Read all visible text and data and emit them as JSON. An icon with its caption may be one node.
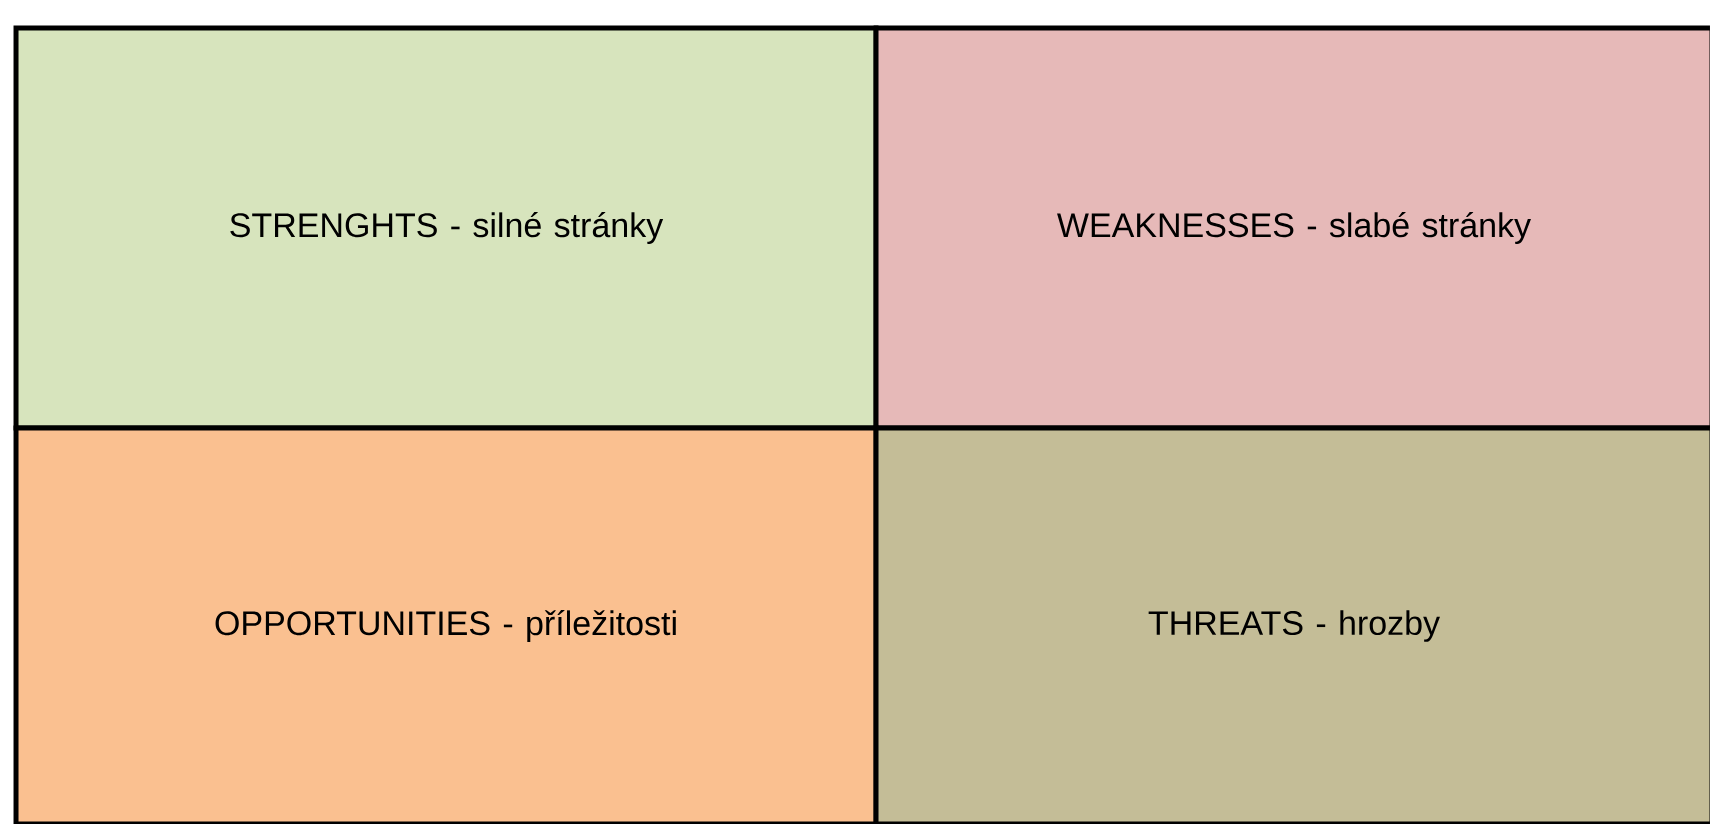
{
  "diagram": {
    "nodes": [
      {
        "text": [
          "STRENGHTS - silné stránky"
        ]
      },
      {
        "text": [
          "WEAKNESSES - slabé stránky"
        ]
      },
      {
        "text": [
          "OPPORTUNITIES - příležitosti"
        ]
      },
      {
        "text": [
          "THREATS - hrozby"
        ]
      }
    ]
  }
}
